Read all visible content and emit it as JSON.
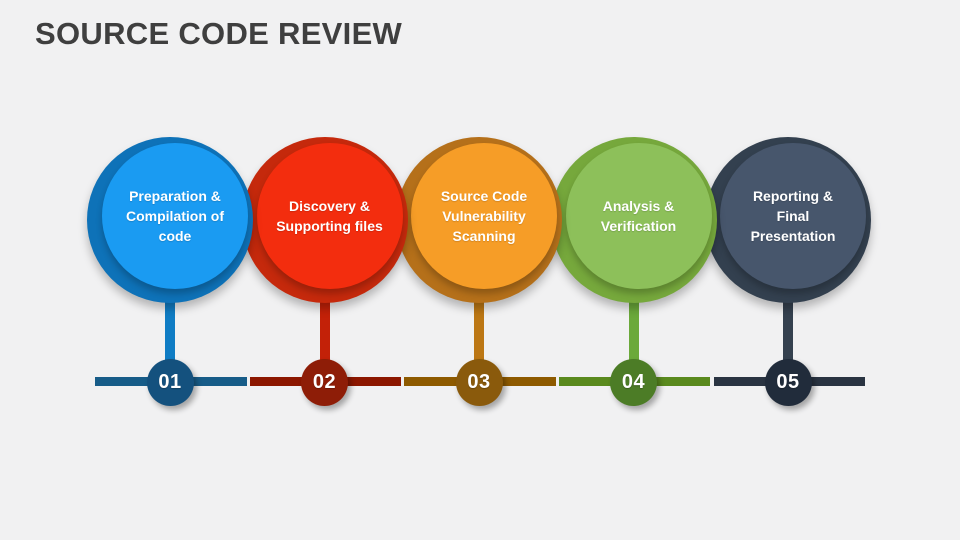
{
  "slide": {
    "title": "SOURCE CODE REVIEW",
    "title_color": "#3F3F3F",
    "background": "#F1F1F2"
  },
  "steps": [
    {
      "number": "01",
      "label": "Preparation &\nCompilation of\ncode",
      "colors": {
        "ring": "#0E72B8",
        "fill": "#1A9BF2",
        "stem": "#0F7CC4",
        "segment": "#175C88",
        "badge": "#14517E"
      }
    },
    {
      "number": "02",
      "label": "Discovery &\nSupporting files",
      "colors": {
        "ring": "#C5290C",
        "fill": "#F32D0E",
        "stem": "#C32108",
        "segment": "#8C1700",
        "badge": "#8E1D07"
      }
    },
    {
      "number": "03",
      "label": "Source Code\nVulnerability\nScanning",
      "colors": {
        "ring": "#B5701A",
        "fill": "#F69D27",
        "stem": "#BC7714",
        "segment": "#8E5A00",
        "badge": "#8A5A0C"
      }
    },
    {
      "number": "04",
      "label": "Analysis &\nVerification",
      "colors": {
        "ring": "#76A83C",
        "fill": "#8DC05A",
        "stem": "#6BA93A",
        "segment": "#5A8A1E",
        "badge": "#4C7C26"
      }
    },
    {
      "number": "05",
      "label": "Reporting &\nFinal\nPresentation",
      "colors": {
        "ring": "#33404F",
        "fill": "#47566C",
        "stem": "#35414F",
        "segment": "#2A3442",
        "badge": "#212C3B"
      }
    }
  ]
}
